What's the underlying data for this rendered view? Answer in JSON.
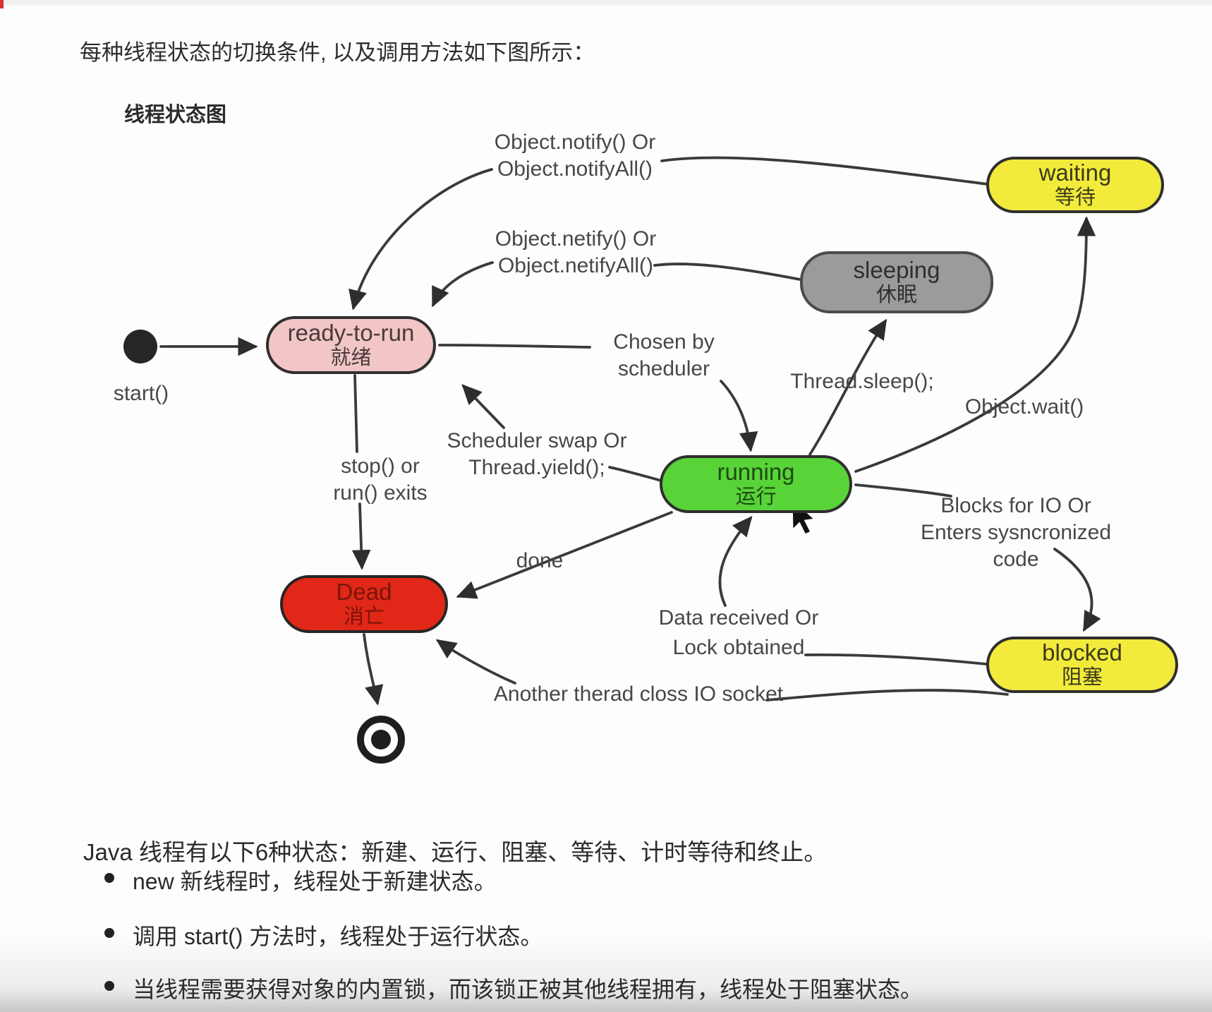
{
  "page": {
    "intro": "每种线程状态的切换条件, 以及调用方法如下图所示：",
    "diagram_title": "线程状态图"
  },
  "diagram": {
    "nodes": {
      "ready": {
        "label": "ready-to-run",
        "sublabel": "就绪",
        "color": "#f2c6c6"
      },
      "waiting": {
        "label": "waiting",
        "sublabel": "等待",
        "color": "#f3eb3c"
      },
      "sleeping": {
        "label": "sleeping",
        "sublabel": "休眠",
        "color": "#9b9b9b"
      },
      "running": {
        "label": "running",
        "sublabel": "运行",
        "color": "#58d338"
      },
      "dead": {
        "label": "Dead",
        "sublabel": "消亡",
        "color": "#e12717"
      },
      "blocked": {
        "label": "blocked",
        "sublabel": "阻塞",
        "color": "#f3eb3c"
      }
    },
    "edge_labels": {
      "start": "start()",
      "notify": "Object.notify() Or\nObject.notifyAll()",
      "netify": "Object.netify() Or\nObject.netifyAll()",
      "chosen": "Chosen by\nscheduler",
      "sleep": "Thread.sleep();",
      "wait": "Object.wait()",
      "swap": "Scheduler swap Or\nThread.yield();",
      "stop": "stop() or\nrun() exits",
      "done": "done",
      "blocks": "Blocks for IO Or\nEnters sysncronized code",
      "data_received": "Data received Or\nLock obtained",
      "another": "Another therad closs IO socket"
    },
    "line_color": "#3a3a3a"
  },
  "body_text": {
    "summary": "Java 线程有以下6种状态：新建、运行、阻塞、等待、计时等待和终止。",
    "bullets": [
      "new 新线程时，线程处于新建状态。",
      "调用 start() 方法时，线程处于运行状态。",
      "当线程需要获得对象的内置锁，而该锁正被其他线程拥有，线程处于阻塞状态。"
    ]
  }
}
